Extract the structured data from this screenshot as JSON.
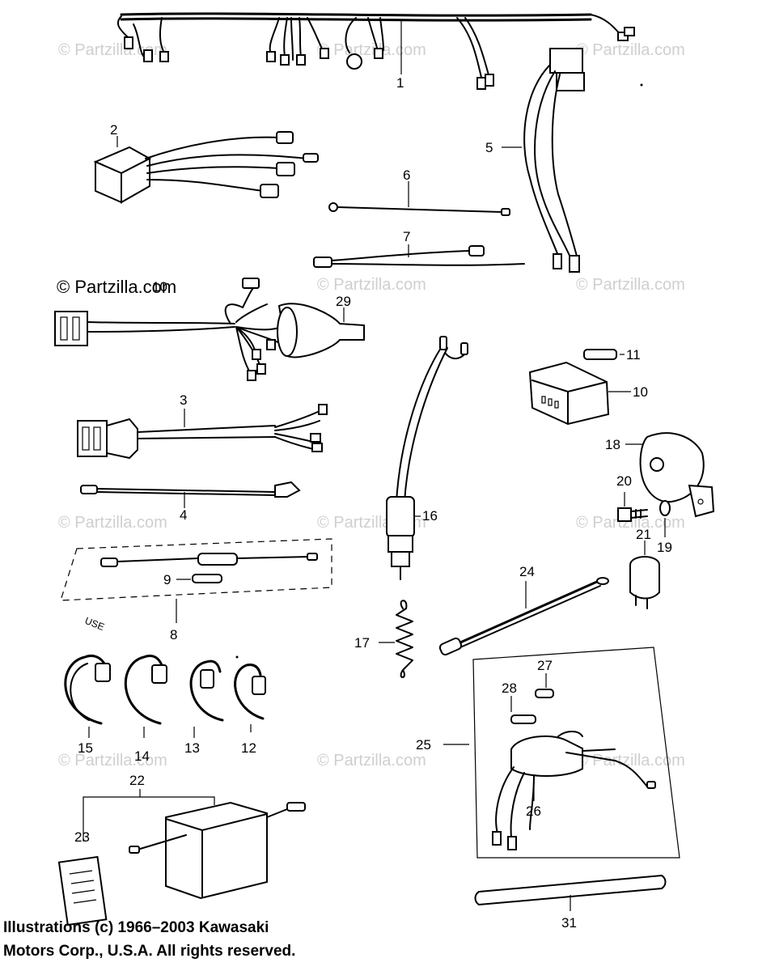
{
  "diagram": {
    "watermark": "© Partzilla.com",
    "brand_logo": "© Partzilla.com",
    "brand_overlap": "10",
    "use_note": "USE",
    "callouts": {
      "c1": "1",
      "c2": "2",
      "c3": "3",
      "c4": "4",
      "c5": "5",
      "c6": "6",
      "c7": "7",
      "c8": "8",
      "c9": "9",
      "c10": "10",
      "c11": "11",
      "c12": "12",
      "c13": "13",
      "c14": "14",
      "c15": "15",
      "c16": "16",
      "c17": "17",
      "c18": "18",
      "c19": "19",
      "c20": "20",
      "c21": "21",
      "c22": "22",
      "c23": "23",
      "c24": "24",
      "c25": "25",
      "c26": "26",
      "c27": "27",
      "c28": "28",
      "c29": "29",
      "c31": "31"
    },
    "copyright": {
      "line1": "Illustrations (c) 1966–2003 Kawasaki",
      "line2": "Motors Corp., U.S.A.  All rights reserved."
    }
  }
}
